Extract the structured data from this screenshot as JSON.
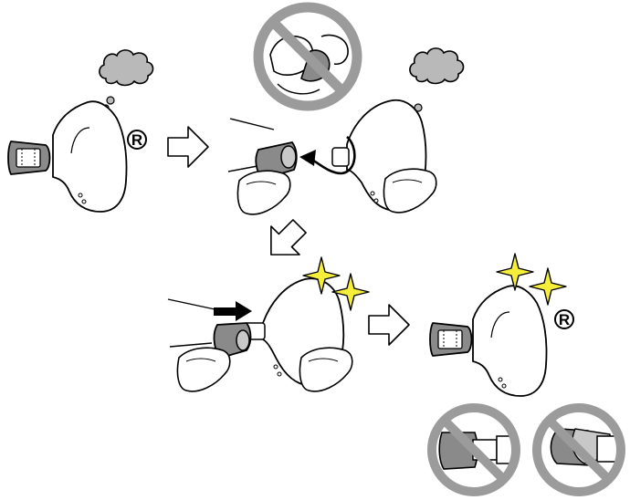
{
  "diagram": {
    "type": "earphone-eartip-replacement-instructions",
    "side_marker": "R",
    "colors": {
      "line": "#000000",
      "eartip_fill": "#8a8a8a",
      "eartip_inner": "#c8c8c8",
      "prohibit_ring": "#9b9b9b",
      "sparkle": "#f5ee3a",
      "smoke": "#b9b9b9"
    },
    "steps": [
      {
        "name": "dirty-earphone",
        "icons": [
          "smoke-cloud-icon",
          "earphone-icon",
          "eartip-icon"
        ]
      },
      {
        "name": "remove-eartip",
        "icons": [
          "hand-icon",
          "curved-arrow-icon",
          "earphone-icon"
        ]
      },
      {
        "name": "attach-new-eartip",
        "icons": [
          "hand-icon",
          "push-arrow-icon",
          "sparkle-icon"
        ]
      },
      {
        "name": "clean-earphone",
        "icons": [
          "sparkle-icon",
          "earphone-icon",
          "eartip-icon"
        ]
      }
    ],
    "prohibited": [
      "pinch-eartip-removal-prohibited-icon",
      "partial-insertion-prohibited-icon",
      "tilted-insertion-prohibited-icon"
    ]
  }
}
